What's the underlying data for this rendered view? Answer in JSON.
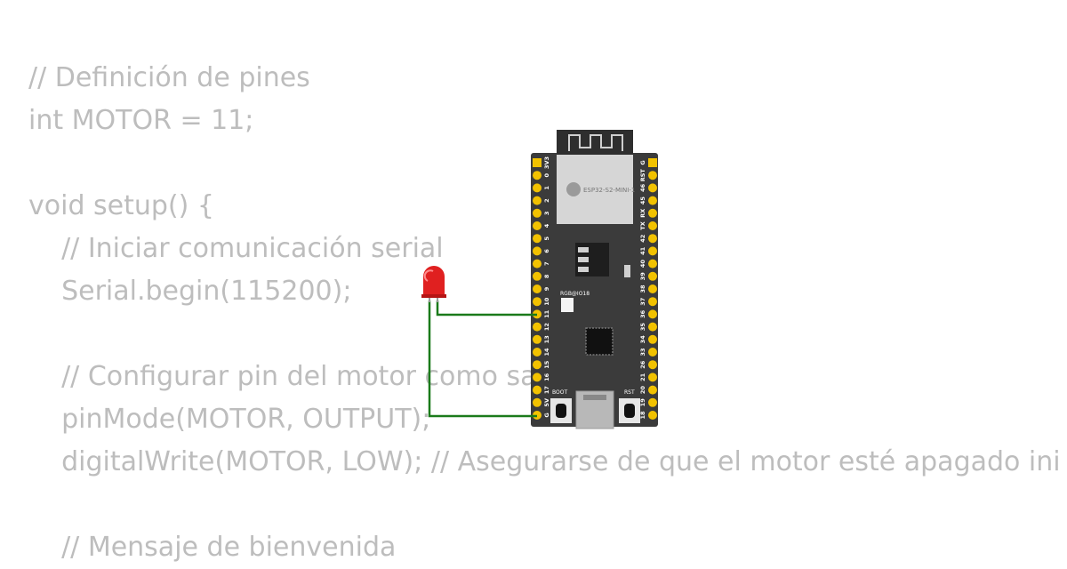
{
  "code": {
    "lines": [
      "// Definición de pines",
      "int MOTOR = 11;",
      "",
      "void setup() {",
      "  // Iniciar comunicación serial",
      "  Serial.begin(115200);",
      "",
      "  // Configurar pin del motor como sal",
      "  pinMode(MOTOR, OUTPUT);",
      "  digitalWrite(MOTOR, LOW); // Asegurarse de que el motor esté apagado ini",
      "",
      "  // Mensaje de bienvenida"
    ]
  },
  "board": {
    "module_label": "ESP32-S2-MINI-1",
    "rgb_label": "RGB@IO18",
    "boot_label": "BOOT",
    "rst_label": "RST",
    "left_pins": [
      "3V3",
      "0",
      "1",
      "2",
      "3",
      "4",
      "5",
      "6",
      "7",
      "8",
      "9",
      "10",
      "11",
      "12",
      "13",
      "14",
      "15",
      "16",
      "17",
      "5V",
      "G"
    ],
    "right_pins": [
      "G",
      "RST",
      "46",
      "45",
      "RX",
      "TX",
      "42",
      "41",
      "40",
      "39",
      "38",
      "37",
      "36",
      "35",
      "34",
      "33",
      "26",
      "21",
      "20",
      "19",
      "18"
    ]
  },
  "colors": {
    "code_text": "#bdbdbd",
    "board": "#3b3b3b",
    "pin": "#f2c200",
    "wire": "#1a7a1a",
    "led": "#e02020"
  }
}
